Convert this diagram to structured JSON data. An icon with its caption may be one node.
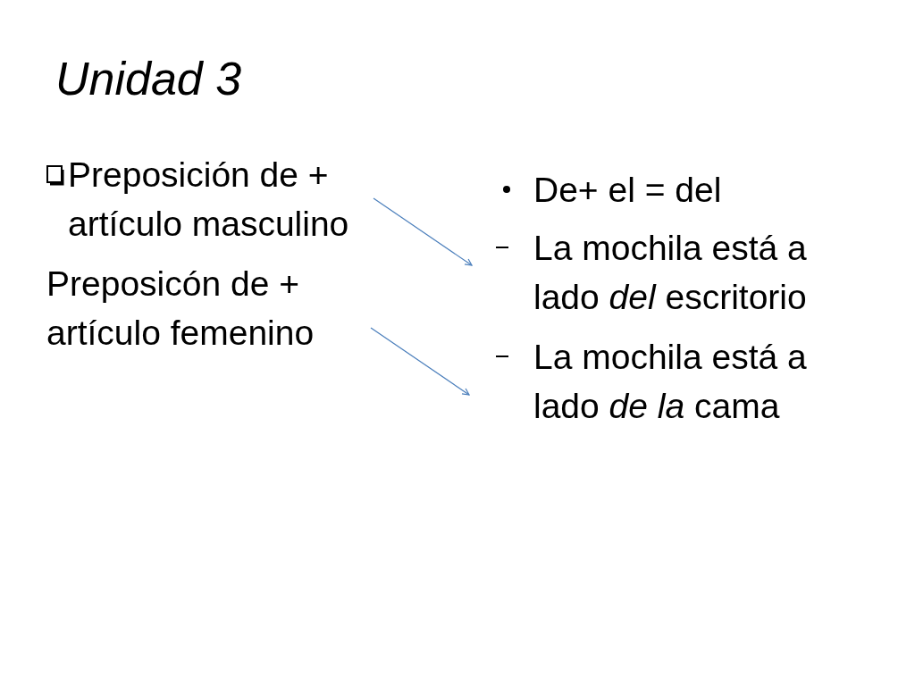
{
  "diagram": {
    "title": "Unidad 3",
    "nodes": [
      {
        "text": [
          "Preposición de + artículo masculino"
        ]
      },
      {
        "text": [
          "Preposicón de + artículo femenino"
        ]
      },
      {
        "text": [
          "La mochila está a lado *del* escritorio"
        ]
      },
      {
        "text": [
          "La mochila está a lado *de la* cama"
        ]
      }
    ],
    "edges": [
      {
        "from": 0,
        "to": 2,
        "arrow": "to"
      },
      {
        "from": 1,
        "to": 3,
        "arrow": "to"
      }
    ],
    "labels": [
      "De+ el = del"
    ]
  }
}
